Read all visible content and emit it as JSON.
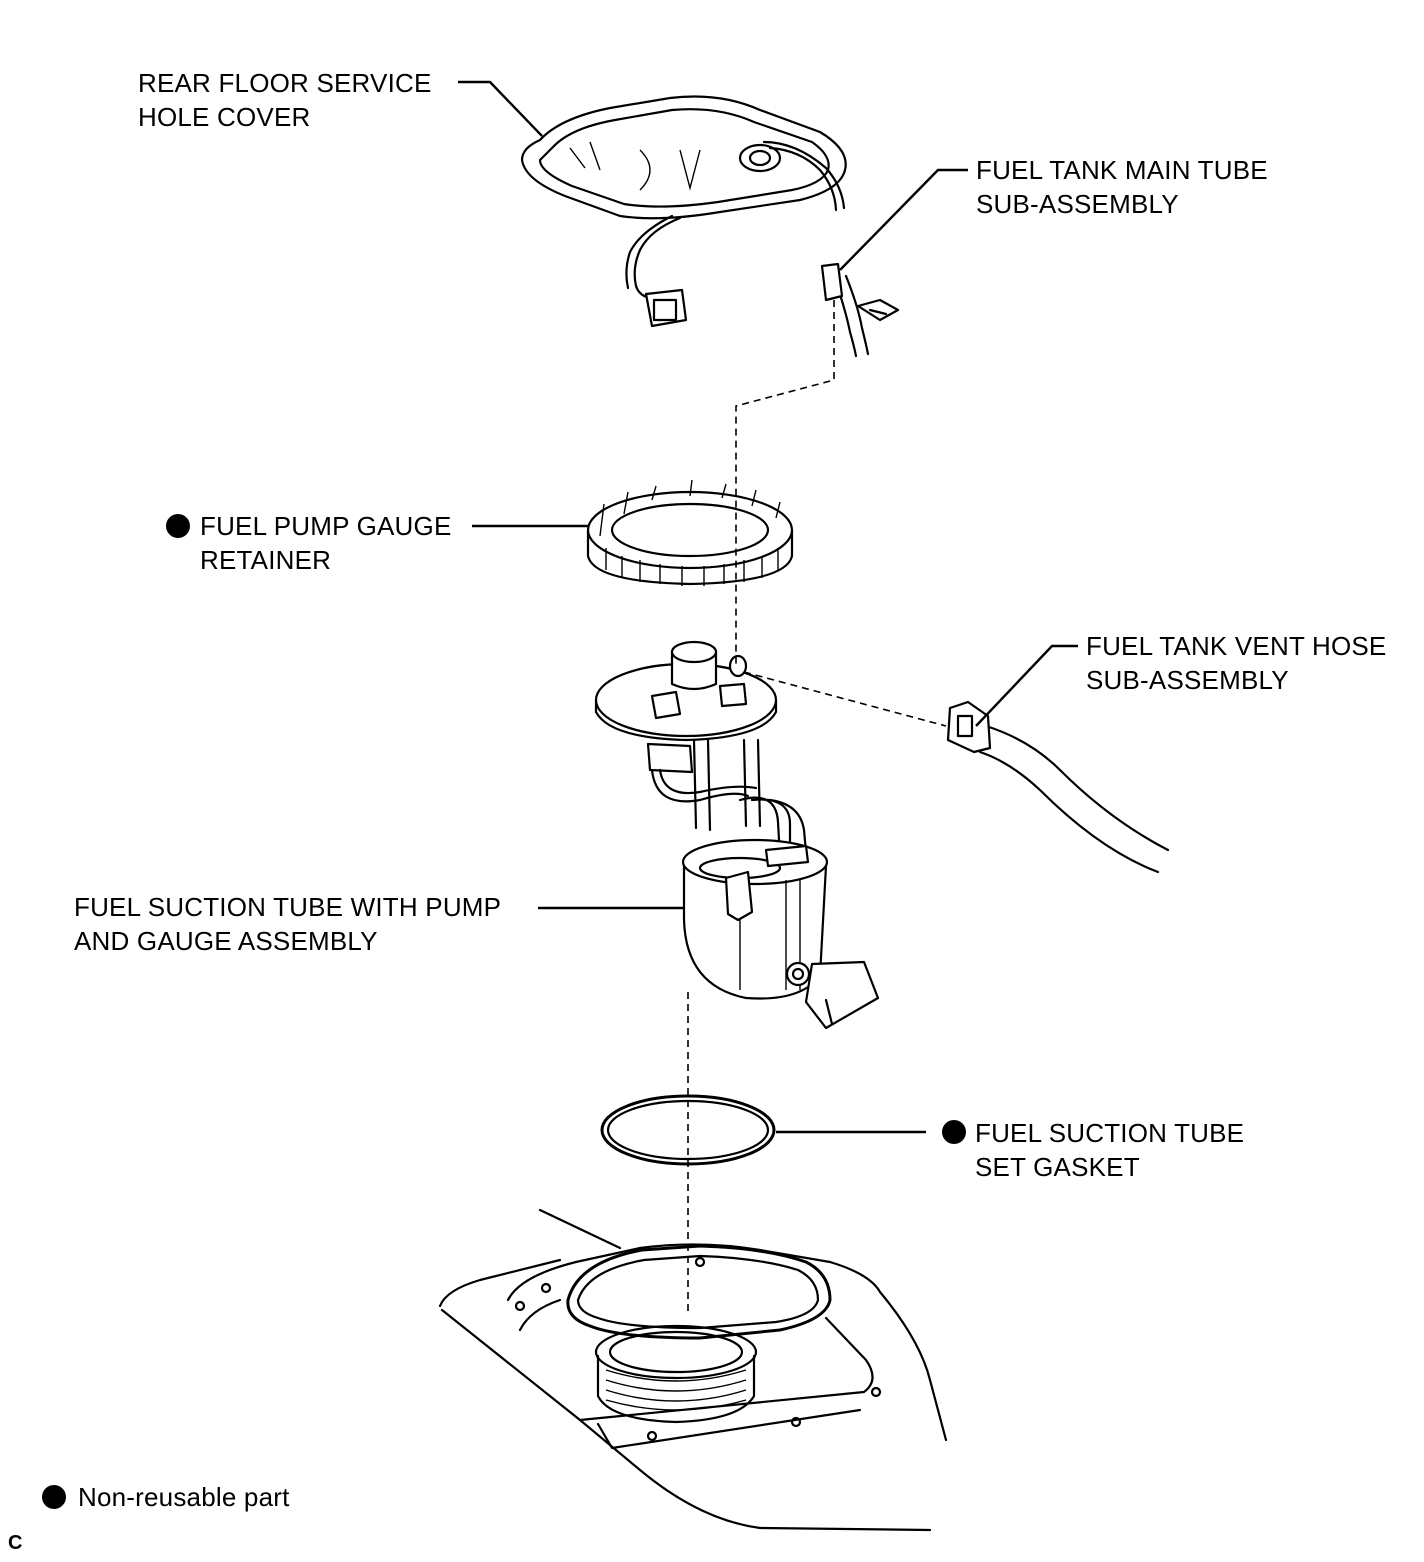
{
  "labels": {
    "rear_floor_cover": [
      "REAR FLOOR SERVICE",
      "HOLE COVER"
    ],
    "main_tube": [
      "FUEL TANK MAIN TUBE",
      "SUB-ASSEMBLY"
    ],
    "retainer": [
      "FUEL PUMP GAUGE",
      "RETAINER"
    ],
    "vent_hose": [
      "FUEL TANK VENT HOSE",
      "SUB-ASSEMBLY"
    ],
    "suction_tube": [
      "FUEL SUCTION TUBE WITH PUMP",
      "AND GAUGE ASSEMBLY"
    ],
    "gasket": [
      "FUEL SUCTION TUBE",
      "SET GASKET"
    ]
  },
  "legend": {
    "symbol": "filled-circle",
    "text": "Non-reusable part"
  },
  "figure_code": "C",
  "non_reusable_parts": [
    "retainer",
    "gasket"
  ]
}
